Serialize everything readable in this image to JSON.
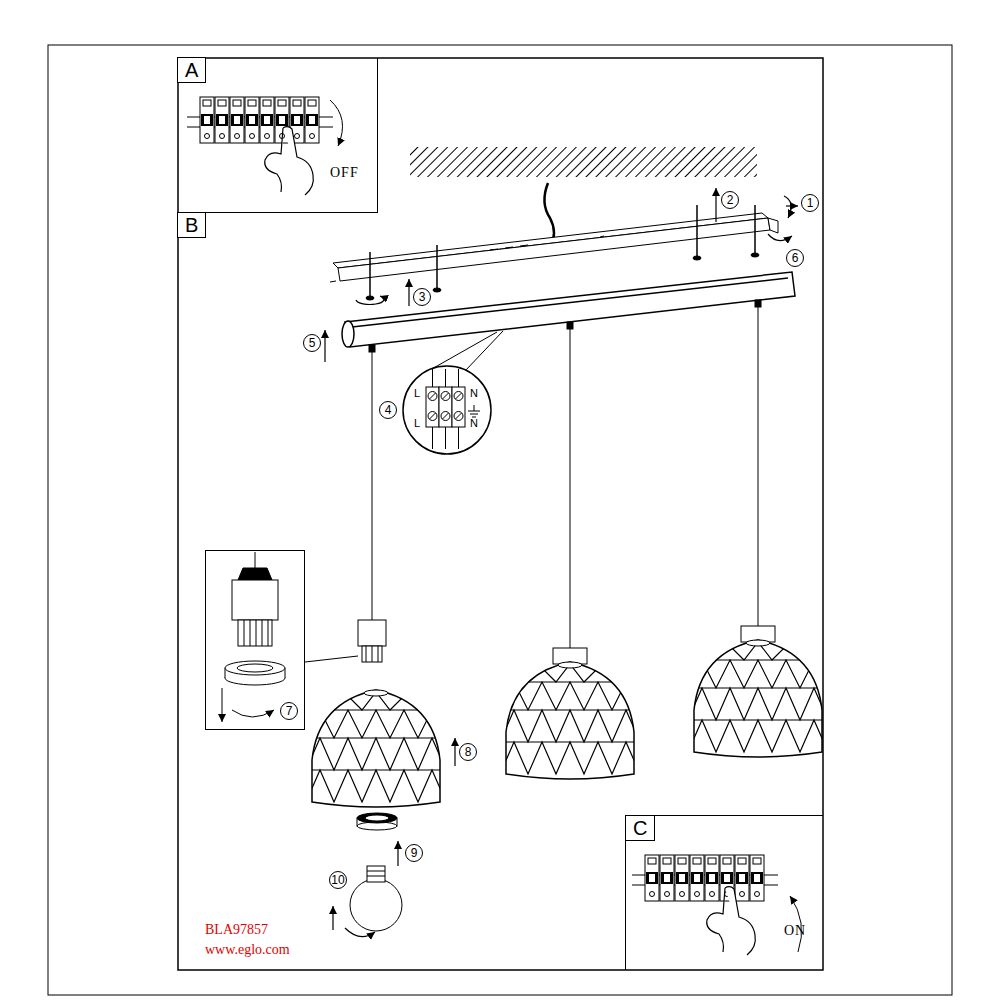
{
  "diagram": {
    "nodes": [
      {
        "text": [
          "A",
          "OFF"
        ]
      },
      {
        "text": [
          "B"
        ]
      },
      {
        "text": [
          "C",
          "ON"
        ],
        "in": 1
      },
      {
        "text": [
          "L",
          "L",
          "N",
          "N"
        ],
        "in": 1
      },
      {
        "text": [
          "7"
        ],
        "in": 1
      }
    ],
    "labels": [
      "1",
      "2",
      "3",
      "4",
      "5",
      "6",
      "8",
      "9",
      "10",
      "BLA97857",
      "www.eglo.com"
    ]
  }
}
